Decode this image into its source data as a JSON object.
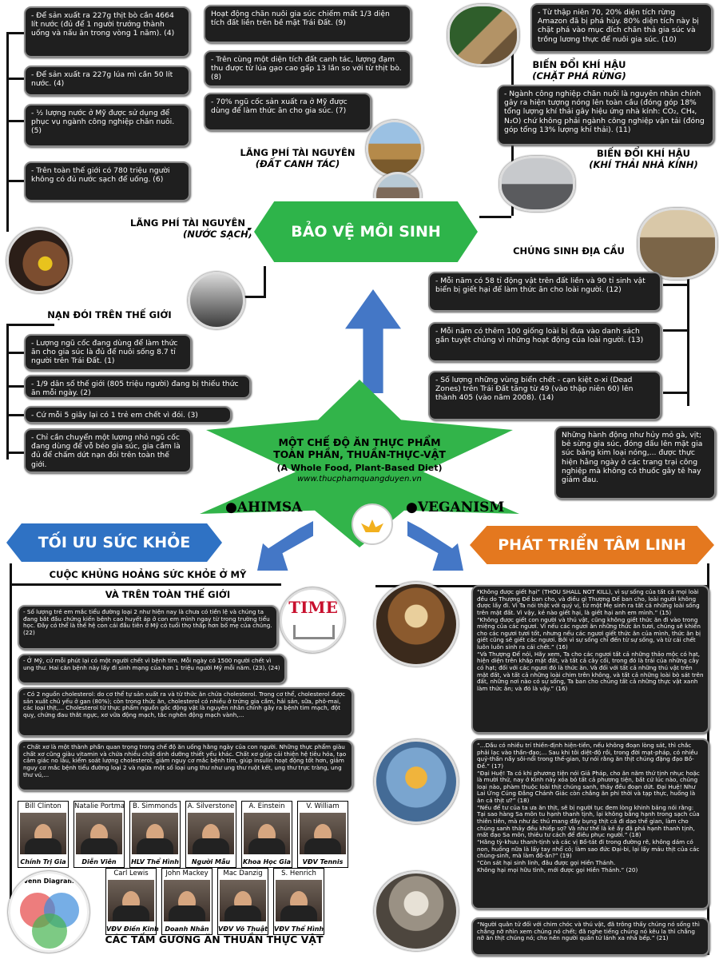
{
  "water": {
    "title": "LÃNG PHÍ TÀI NGUYÊN",
    "sub": "(NƯỚC SẠCH)",
    "facts": [
      "- Để sản xuất ra 227g thịt bò cần 4664 lít nước (đủ để 1 người trưởng thành uống và nấu ăn trong vòng 1 năm). (4)",
      "- Để sản xuất ra 227g lúa mì cần 50 lít nước. (4)",
      "- ½ lượng nước ở Mỹ được sử dụng để phục vụ ngành công nghiệp chăn nuôi. (5)",
      "- Trên toàn thế giới có 780 triệu người không có đủ nước sạch để uống. (6)"
    ]
  },
  "land": {
    "title": "LÃNG PHÍ TÀI NGUYÊN",
    "sub": "(ĐẤT CANH TÁC)",
    "facts": [
      "Hoạt động chăn nuôi gia súc chiếm mất 1/3 diện tích đất liền trên bề mặt Trái Đất. (9)",
      "- Trên cùng một diện tích đất canh tác, lượng đạm thu được từ lúa gạo cao gấp 13 lần so với từ thịt bò. (8)",
      "- 70% ngũ cốc sản xuất ra ở Mỹ được dùng để làm thức ăn cho gia súc. (7)"
    ]
  },
  "forest": {
    "title": "BIẾN ĐỔI KHÍ HẬU",
    "sub": "(CHẶT PHÁ RỪNG)",
    "fact": "- Từ thập niên 70, 20% diện tích rừng Amazon đã bị phá hủy. 80% diện tích này bị chặt phá vào mục đích chăn thả gia súc và trồng lương thực để nuôi gia súc. (10)"
  },
  "gas": {
    "title": "BIẾN ĐỔI KHÍ HẬU",
    "sub": "(KHÍ THẢI NHÀ KÍNH)",
    "fact": "- Ngành công nghiệp chăn nuôi là nguyên nhân chính gây ra hiện tượng nóng lên toàn cầu (đóng góp 18% tổng lượng khí thải gây hiệu ứng nhà kính: CO₂, CH₄, N₂O) chứ không phải ngành công nghiệp vận tải (đóng góp tổng 13% lượng khí thải). (11)"
  },
  "center": {
    "title": "BẢO VỆ MÔI SINH"
  },
  "species": {
    "title": "CHÚNG SINH ĐỊA CẦU",
    "facts": [
      "- Mỗi năm có 58 tỉ động vật trên đất liền và 90 tỉ sinh vật biển bị giết hại để làm thức ăn cho loài người. (12)",
      "- Mỗi năm có thêm 100 giống loài bị đưa vào danh sách gần tuyệt chủng vì những hoạt động của loài người. (13)",
      "- Số lượng những vùng biển chết - cạn kiệt o-xi (Dead Zones) trên Trái Đất tăng từ 49 (vào thập niên 60) lên thành 405 (vào năm 2008). (14)"
    ],
    "extra": "Những hành động như hủy mỏ gà, vịt; bẻ sừng gia súc, đóng dấu lên mặt gia súc bằng kim loại nóng,... được thực hiện hằng ngày ở các trang trại công nghiệp mà không có thuốc gây tê hay giảm đau."
  },
  "hunger": {
    "title": "NẠN ĐÓI TRÊN THẾ GIỚI",
    "facts": [
      "- Lượng ngũ cốc đang dùng để làm thức ăn cho gia súc là đủ để nuôi sống 8.7 tỉ người trên Trái Đất. (1)",
      "- 1/9 dân số thế giới (805 triệu người) đang bị thiếu thức ăn mỗi ngày. (2)",
      "- Cứ mỗi 5 giây lại có 1 trẻ em chết vì đói. (3)",
      "- Chỉ cần chuyển một lượng nhỏ ngũ cốc đang dùng để vỗ béo gia súc, gia cầm là đủ để chấm dứt nạn đói trên toàn thế giới."
    ]
  },
  "diet": {
    "l1": "MỘT CHẾ ĐỘ ĂN THỰC PHẨM",
    "l2": "TOÀN PHẦN, THUẦN-THỰC-VẬT",
    "l3": "(A Whole Food, Plant-Based Diet)",
    "url": "www.thucphamquangduyen.vn",
    "left": "●AHIMSA",
    "right": "●VEGANISM"
  },
  "health": {
    "banner": "TỐI ƯU SỨC KHỎE",
    "title1": "CUỘC KHỦNG HOẢNG SỨC KHỎE Ở MỸ",
    "title2": "VÀ TRÊN TOÀN THẾ GIỚI",
    "time": "TIME",
    "facts": [
      "- Số lượng trẻ em mắc tiểu đường loại 2 như hiện nay là chưa có tiền lệ và chúng ta đang bắt đầu chứng kiến bệnh cao huyết áp ở con em mình ngay từ trong trường tiểu học. Đây có thể là thế hệ con cái đầu tiên ở Mỹ có tuổi thọ thấp hơn bố mẹ của chúng. (22)",
      "- Ở Mỹ, cứ mỗi phút lại có một người chết vì bệnh tim. Mỗi ngày có 1500 người chết vì ung thư. Hai căn bệnh này lấy đi sinh mạng của hơn 1 triệu người Mỹ mỗi năm. (23), (24)",
      "- Có 2 nguồn cholesterol: do cơ thể tự sản xuất ra và từ thức ăn chứa cholesterol. Trong cơ thể, cholesterol được sản xuất chủ yếu ở gan (80%); còn trong thức ăn, cholesterol có nhiều ở trứng gia cầm, hải sản, sữa, phô-mai, các loại thịt,... Cholesterol từ thực phẩm nguồn gốc động vật là nguyên nhân chính gây ra bệnh tim mạch, đột quỵ, chứng đau thắt ngực, xơ vữa động mạch, tắc nghẽn động mạch vành,...",
      "- Chất xơ là một thành phần quan trọng trong chế độ ăn uống hằng ngày của con người. Những thực phẩm giàu chất xơ cũng giàu vitamin và chứa nhiều chất dinh dưỡng thiết yếu khác. Chất xơ giúp cải thiện hệ tiêu hóa, tạo cảm giác no lâu, kiểm soát lượng cholesterol, giảm nguy cơ mắc bệnh tim, giúp insulin hoạt động tốt hơn, giảm nguy cơ mắc bệnh tiểu đường loại 2 và ngừa một số loại ung thư như ung thư ruột kết, ung thư trực tràng, ung thư vú,..."
    ],
    "people1": [
      {
        "name": "Bill Clinton",
        "role": "Chính Trị Gia"
      },
      {
        "name": "Natalie Portman",
        "role": "Diễn Viên"
      },
      {
        "name": "B. Simmonds",
        "role": "HLV Thể Hình"
      },
      {
        "name": "A. Silverstone",
        "role": "Người Mẫu"
      },
      {
        "name": "A. Einstein",
        "role": "Khoa Học Gia"
      },
      {
        "name": "V. William",
        "role": "VĐV Tennis"
      }
    ],
    "people2": [
      {
        "name": "Carl Lewis",
        "role": "VĐV Điền Kinh"
      },
      {
        "name": "John Mackey",
        "role": "Doanh Nhân"
      },
      {
        "name": "Mac Danzig",
        "role": "VĐV Võ Thuật"
      },
      {
        "name": "S. Henrich",
        "role": "VĐV Thể Hình"
      }
    ],
    "venn": "Venn Diagram",
    "footer": "CÁC TẤM GƯƠNG ĂN THUẦN THỰC VẬT"
  },
  "spirit": {
    "banner": "PHÁT TRIỂN TÂM LINH",
    "quotes": [
      "“Không được giết hại” (THOU SHALL NOT KILL), vì sự sống của tất cả mọi loài đều do Thượng Đế ban cho, và điều gì Thượng Đế ban cho, loài người không được lấy đi. Vì Ta nói thật với quý vị, từ một Mẹ sinh ra tất cả những loài sống trên mặt đất. Vì vậy, kẻ nào giết hại, là giết hại anh em mình.” (15)\n“Không được giết con người và thú vật, cũng không giết thức ăn đi vào trong miệng của các ngươi. Vì nếu các ngươi ăn những thức ăn tươi, chúng sẽ khiến cho các ngươi tươi tốt, nhưng nếu các ngươi giết thức ăn của mình, thức ăn bị giết cũng sẽ giết các ngươi. Bởi vì sự sống chỉ đến từ sự sống, và từ cái chết luôn luôn sinh ra cái chết.” (16)\n“Và Thượng Đế nói, Hãy xem, Ta cho các ngươi tất cả những thảo mộc có hạt, hiện diện trên khắp mặt đất, và tất cả cây cối, trong đó là trái của những cây có hạt; đối với các ngươi đó là thức ăn. Và đối với tất cả những thú vật trên mặt đất, và tất cả những loài chim trên không, và tất cả những loài bò sát trên đất, những nơi nào có sự sống, Ta ban cho chúng tất cả những thực vật xanh làm thức ăn; và đó là vậy.” (16)",
      "“...Dầu có nhiều trí thiền-định hiện-tiền, nếu không đoạn lòng sát, thì chắc phải lạc vào thần-đạo;... Sau khi tôi diệt-độ rồi, trong đời mạt-pháp, có nhiều quỷ-thần nầy sôi-nổi trong thế-gian, tự nói rằng ăn thịt chúng đặng đạo Bồ-Đề.” (17)\n“Đại Huệ! Ta có khi phương tiện nói Giả Pháp, cho ăn năm thứ tịnh nhục hoặc là mười thứ, nay ở Kinh này xóa bỏ tất cả phương tiện, bất cứ lúc nào, chủng loại nào, phàm thuộc loài thịt chúng sanh, thảy đều đoạn dứt. Đại Huệ! Như Lai Ứng Cúng Đẳng Chánh Giác còn chẳng ăn phi thời và tạp thực, huống là ăn cá thịt ư?” (18)\n“Nếu để tư của ta ưa ăn thịt, sẽ bị người tục đem lòng khinh bảng nói rằng: Tại sao hàng Sa môn tu hạnh thanh tịnh, lại không bằng hạnh trong sạch của thiên tiên, mà như ác thú mang đầy bụng thịt cá đi dạo thế gian, làm cho chúng sanh thảy đều khiếp sợ? Và như thế là kẻ ấy đã phá hạnh thanh tịnh, mất đạo Sa môn, thiêu tư cách để điều phục người.” (18)\n“Hãng tỳ-khưu thanh-tịnh và các vị Bồ-tát đi trong đường rẽ, không dám có non, huống nữa là lấy tay nhổ cỏ; làm sao đức Đại-bi, lại lấy máu thịt của các chúng-sinh, mà làm đồ-ăn?” (19)\n“Còn sát hại sinh linh, đâu được gọi Hiền Thánh.\nKhông hại mọi hữu tình, mới được gọi Hiền Thánh.” (20)",
      "“Người quân tử đối với chim chóc và thú vật, đã trông thấy chúng nó sống thì chẳng nỡ nhìn xem chúng nó chết; đã nghe tiếng chúng nó kêu la thì chẳng nỡ ăn thịt chúng nó; cho nên người quân tử lánh xa nhà bếp.” (21)"
    ]
  }
}
